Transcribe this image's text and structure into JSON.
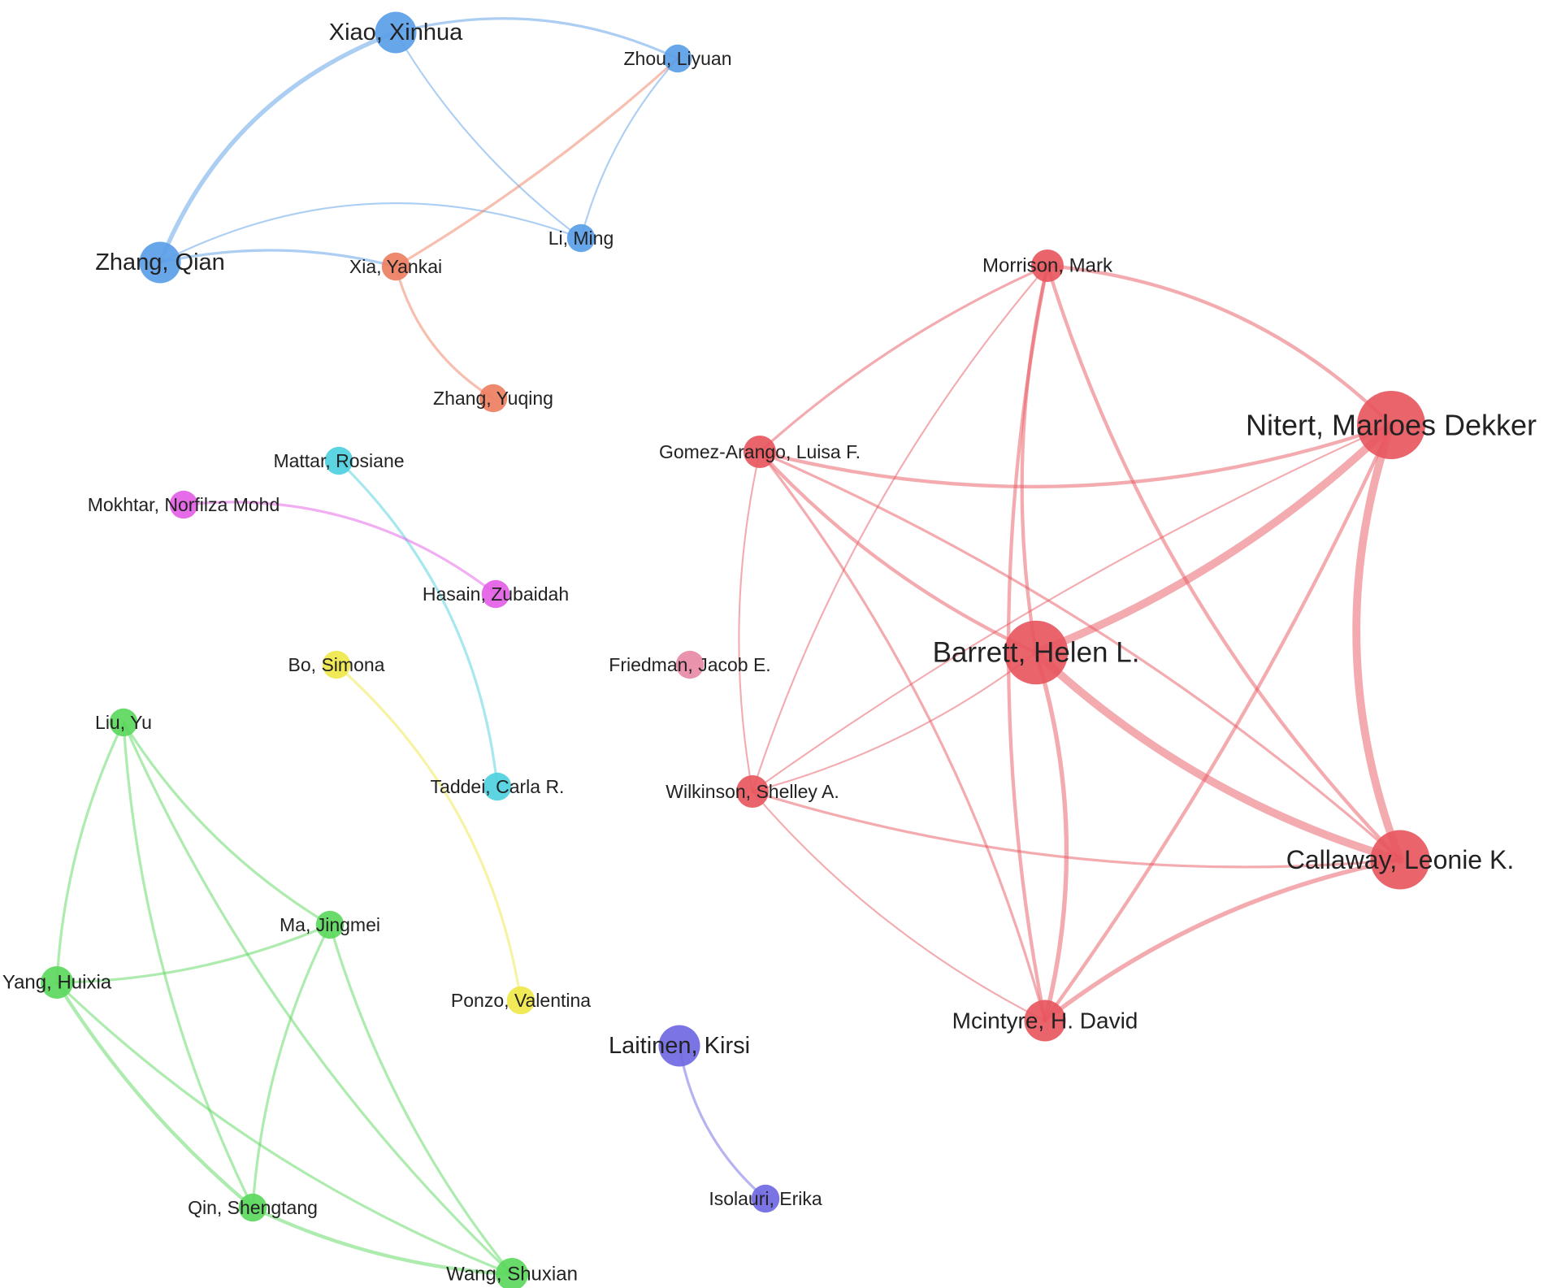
{
  "cluster_colors": {
    "blue": "#5b9ee8",
    "orange": "#ee7f62",
    "red": "#e8575f",
    "pink": "#e88aa6",
    "cyan": "#4fd0de",
    "magenta": "#e45ee6",
    "yellow": "#efe84a",
    "green": "#5bd85d",
    "purple": "#6f68e3"
  },
  "nodes": [
    {
      "id": "xiao_xinhua",
      "label": "Xiao, Xinhua",
      "cluster": "blue",
      "weight": 3
    },
    {
      "id": "zhou_liyuan",
      "label": "Zhou, Liyuan",
      "cluster": "blue",
      "weight": 1.5
    },
    {
      "id": "zhang_qian",
      "label": "Zhang, Qian",
      "cluster": "blue",
      "weight": 3
    },
    {
      "id": "li_ming",
      "label": "Li, Ming",
      "cluster": "blue",
      "weight": 1.5
    },
    {
      "id": "xia_yankai",
      "label": "Xia, Yankai",
      "cluster": "orange",
      "weight": 1.5
    },
    {
      "id": "zhang_yuqing",
      "label": "Zhang, Yuqing",
      "cluster": "orange",
      "weight": 1.5
    },
    {
      "id": "morrison_mark",
      "label": "Morrison, Mark",
      "cluster": "red",
      "weight": 2
    },
    {
      "id": "nitert_marloes",
      "label": "Nitert, Marloes Dekker",
      "cluster": "red",
      "weight": 6
    },
    {
      "id": "gomez_arango",
      "label": "Gomez-Arango, Luisa F.",
      "cluster": "red",
      "weight": 2
    },
    {
      "id": "barrett_helen",
      "label": "Barrett, Helen L.",
      "cluster": "red",
      "weight": 5.5
    },
    {
      "id": "friedman_jacob",
      "label": "Friedman, Jacob E.",
      "cluster": "pink",
      "weight": 1.5
    },
    {
      "id": "wilkinson_shelley",
      "label": "Wilkinson, Shelley A.",
      "cluster": "red",
      "weight": 2
    },
    {
      "id": "callaway_leonie",
      "label": "Callaway, Leonie K.",
      "cluster": "red",
      "weight": 5
    },
    {
      "id": "mcintyre_david",
      "label": "Mcintyre, H. David",
      "cluster": "red",
      "weight": 3
    },
    {
      "id": "mattar_rosiane",
      "label": "Mattar, Rosiane",
      "cluster": "cyan",
      "weight": 1.5
    },
    {
      "id": "taddei_carla",
      "label": "Taddei, Carla R.",
      "cluster": "cyan",
      "weight": 1.5
    },
    {
      "id": "mokhtar_norfilza",
      "label": "Mokhtar, Norfilza Mohd",
      "cluster": "magenta",
      "weight": 1.5
    },
    {
      "id": "hasain_zubaidah",
      "label": "Hasain, Zubaidah",
      "cluster": "magenta",
      "weight": 1.5
    },
    {
      "id": "bo_simona",
      "label": "Bo, Simona",
      "cluster": "yellow",
      "weight": 1.5
    },
    {
      "id": "ponzo_valentina",
      "label": "Ponzo, Valentina",
      "cluster": "yellow",
      "weight": 1.5
    },
    {
      "id": "liu_yu",
      "label": "Liu, Yu",
      "cluster": "green",
      "weight": 1.5
    },
    {
      "id": "ma_jingmei",
      "label": "Ma, Jingmei",
      "cluster": "green",
      "weight": 1.5
    },
    {
      "id": "yang_huixia",
      "label": "Yang, Huixia",
      "cluster": "green",
      "weight": 2
    },
    {
      "id": "qin_shengtang",
      "label": "Qin, Shengtang",
      "cluster": "green",
      "weight": 1.5
    },
    {
      "id": "wang_shuxian",
      "label": "Wang, Shuxian",
      "cluster": "green",
      "weight": 2
    },
    {
      "id": "laitinen_kirsi",
      "label": "Laitinen, Kirsi",
      "cluster": "purple",
      "weight": 3
    },
    {
      "id": "isolauri_erika",
      "label": "Isolauri, Erika",
      "cluster": "purple",
      "weight": 1.5
    }
  ],
  "links": [
    {
      "source": "zhang_qian",
      "target": "xiao_xinhua",
      "strength": 4
    },
    {
      "source": "xiao_xinhua",
      "target": "zhou_liyuan",
      "strength": 2
    },
    {
      "source": "xiao_xinhua",
      "target": "li_ming",
      "strength": 1
    },
    {
      "source": "zhou_liyuan",
      "target": "li_ming",
      "strength": 1
    },
    {
      "source": "zhang_qian",
      "target": "li_ming",
      "strength": 1
    },
    {
      "source": "zhang_qian",
      "target": "xia_yankai",
      "strength": 2
    },
    {
      "source": "xia_yankai",
      "target": "zhou_liyuan",
      "strength": 2
    },
    {
      "source": "xia_yankai",
      "target": "zhang_yuqing",
      "strength": 2
    },
    {
      "source": "nitert_marloes",
      "target": "barrett_helen",
      "strength": 8
    },
    {
      "source": "nitert_marloes",
      "target": "callaway_leonie",
      "strength": 8
    },
    {
      "source": "barrett_helen",
      "target": "callaway_leonie",
      "strength": 8
    },
    {
      "source": "morrison_mark",
      "target": "nitert_marloes",
      "strength": 3
    },
    {
      "source": "morrison_mark",
      "target": "barrett_helen",
      "strength": 3
    },
    {
      "source": "morrison_mark",
      "target": "callaway_leonie",
      "strength": 3
    },
    {
      "source": "morrison_mark",
      "target": "mcintyre_david",
      "strength": 3
    },
    {
      "source": "morrison_mark",
      "target": "gomez_arango",
      "strength": 2
    },
    {
      "source": "morrison_mark",
      "target": "wilkinson_shelley",
      "strength": 1
    },
    {
      "source": "gomez_arango",
      "target": "barrett_helen",
      "strength": 3
    },
    {
      "source": "gomez_arango",
      "target": "nitert_marloes",
      "strength": 3
    },
    {
      "source": "gomez_arango",
      "target": "callaway_leonie",
      "strength": 2
    },
    {
      "source": "gomez_arango",
      "target": "mcintyre_david",
      "strength": 2
    },
    {
      "source": "gomez_arango",
      "target": "wilkinson_shelley",
      "strength": 1
    },
    {
      "source": "barrett_helen",
      "target": "mcintyre_david",
      "strength": 4
    },
    {
      "source": "nitert_marloes",
      "target": "mcintyre_david",
      "strength": 3
    },
    {
      "source": "callaway_leonie",
      "target": "mcintyre_david",
      "strength": 4
    },
    {
      "source": "wilkinson_shelley",
      "target": "barrett_helen",
      "strength": 1
    },
    {
      "source": "wilkinson_shelley",
      "target": "nitert_marloes",
      "strength": 1
    },
    {
      "source": "wilkinson_shelley",
      "target": "callaway_leonie",
      "strength": 2
    },
    {
      "source": "wilkinson_shelley",
      "target": "mcintyre_david",
      "strength": 1
    },
    {
      "source": "mattar_rosiane",
      "target": "taddei_carla",
      "strength": 2
    },
    {
      "source": "mokhtar_norfilza",
      "target": "hasain_zubaidah",
      "strength": 2
    },
    {
      "source": "bo_simona",
      "target": "ponzo_valentina",
      "strength": 2
    },
    {
      "source": "liu_yu",
      "target": "yang_huixia",
      "strength": 2
    },
    {
      "source": "liu_yu",
      "target": "ma_jingmei",
      "strength": 2
    },
    {
      "source": "liu_yu",
      "target": "qin_shengtang",
      "strength": 2
    },
    {
      "source": "liu_yu",
      "target": "wang_shuxian",
      "strength": 2
    },
    {
      "source": "yang_huixia",
      "target": "ma_jingmei",
      "strength": 2
    },
    {
      "source": "yang_huixia",
      "target": "qin_shengtang",
      "strength": 3
    },
    {
      "source": "yang_huixia",
      "target": "wang_shuxian",
      "strength": 2
    },
    {
      "source": "ma_jingmei",
      "target": "qin_shengtang",
      "strength": 2
    },
    {
      "source": "ma_jingmei",
      "target": "wang_shuxian",
      "strength": 2
    },
    {
      "source": "qin_shengtang",
      "target": "wang_shuxian",
      "strength": 3
    },
    {
      "source": "laitinen_kirsi",
      "target": "isolauri_erika",
      "strength": 2
    }
  ]
}
